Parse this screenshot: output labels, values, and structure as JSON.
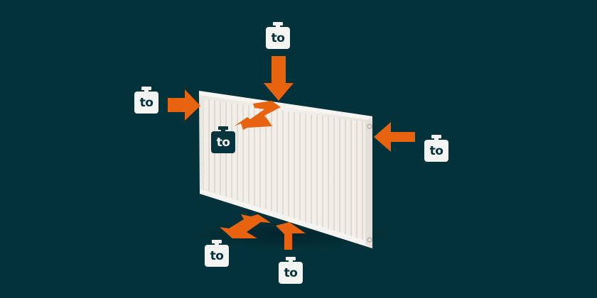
{
  "colors": {
    "background": "#04323b",
    "arrow": "#e8630f",
    "radiator": "#efebe5",
    "weight_light": "#f4f4f2",
    "weight_dark": "#05343d"
  },
  "diagram": {
    "subject": "panel radiator",
    "weights": [
      {
        "id": "top",
        "label": "to",
        "style": "light"
      },
      {
        "id": "left",
        "label": "to",
        "style": "light"
      },
      {
        "id": "front",
        "label": "to",
        "style": "dark"
      },
      {
        "id": "right",
        "label": "to",
        "style": "light"
      },
      {
        "id": "bottom-left",
        "label": "to",
        "style": "light"
      },
      {
        "id": "bottom-right",
        "label": "to",
        "style": "light"
      }
    ],
    "arrows": [
      {
        "id": "top-down",
        "direction": "down"
      },
      {
        "id": "left-in",
        "direction": "right"
      },
      {
        "id": "right-in",
        "direction": "left"
      },
      {
        "id": "front-double",
        "direction": "diagonal-double"
      },
      {
        "id": "bottom-double",
        "direction": "diagonal-double"
      },
      {
        "id": "bottom-up",
        "direction": "up"
      }
    ]
  }
}
